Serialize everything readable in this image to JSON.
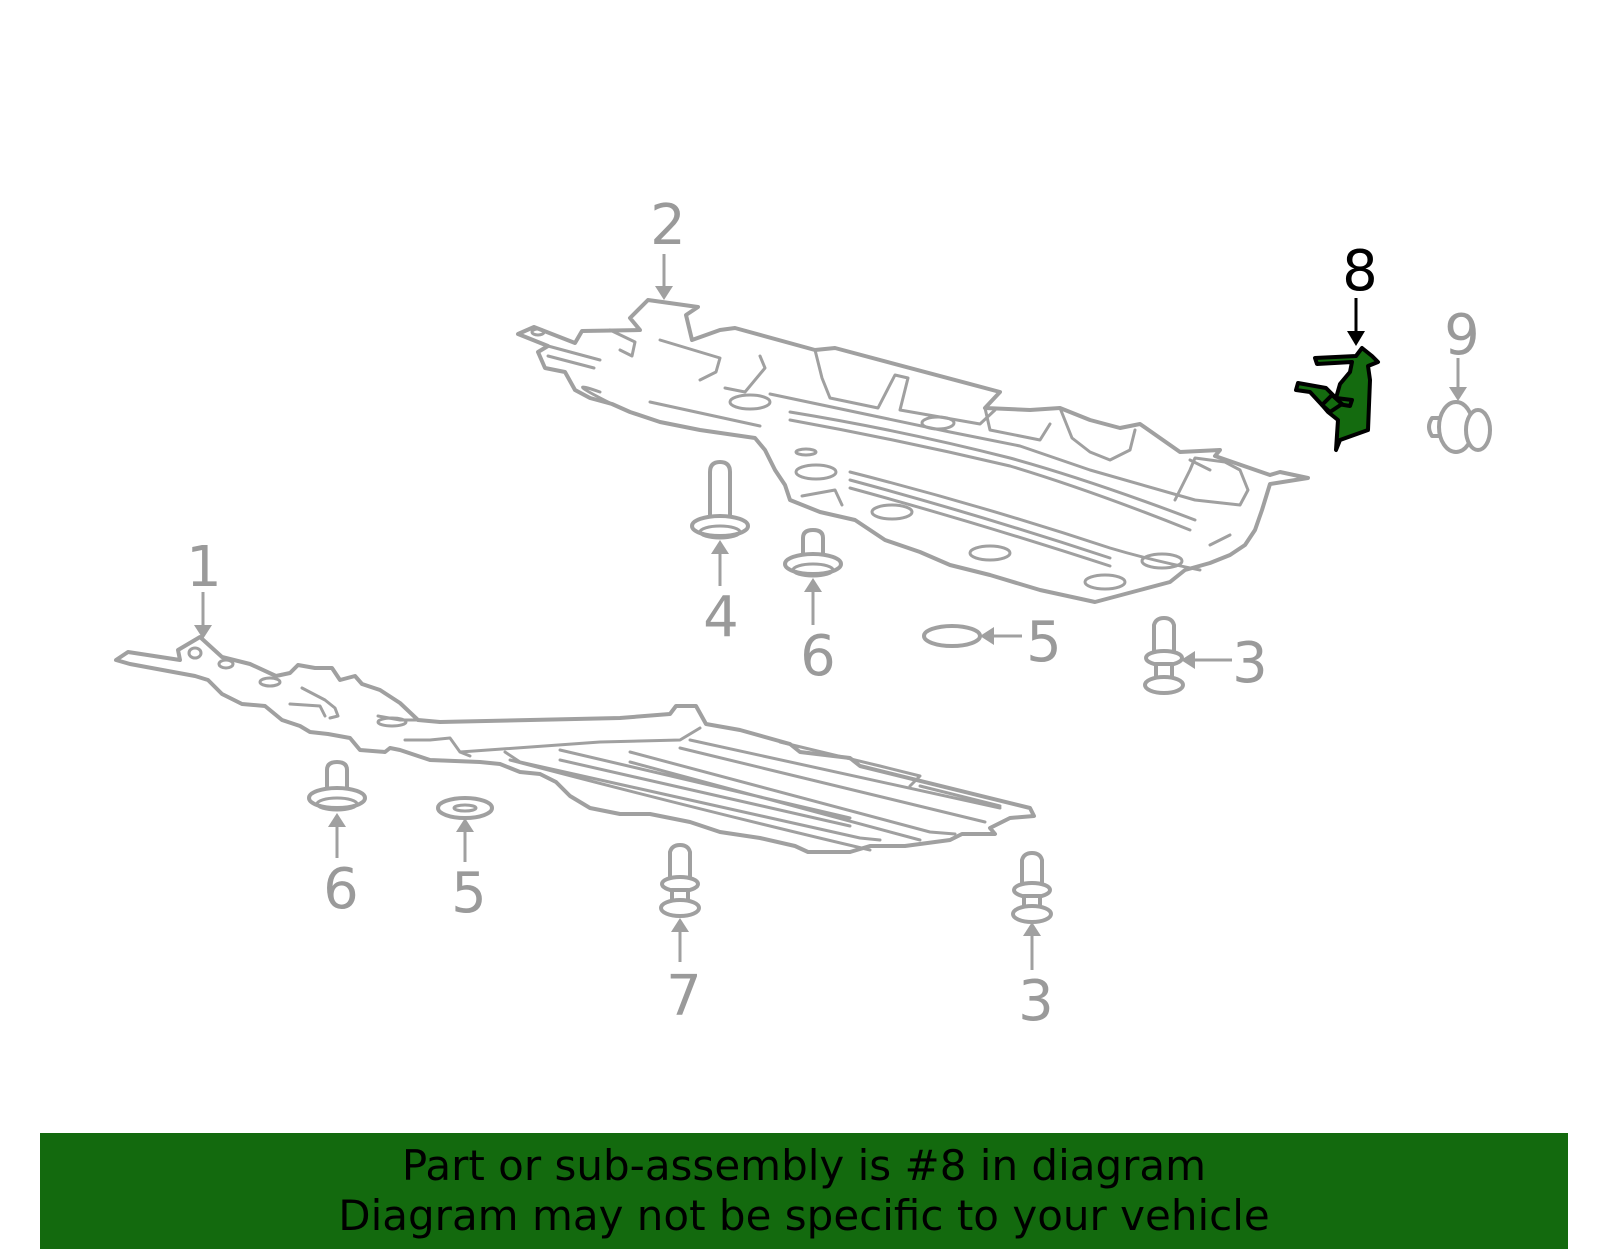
{
  "diagram": {
    "highlight_color": "#146b0f",
    "highlighted_callout": "8",
    "callouts": {
      "part_1": "1",
      "part_2": "2",
      "part_3_upper": "3",
      "part_3_lower": "3",
      "part_4": "4",
      "part_5_upper": "5",
      "part_5_lower": "5",
      "part_6_upper": "6",
      "part_6_lower": "6",
      "part_7": "7",
      "part_8": "8",
      "part_9": "9"
    }
  },
  "banner": {
    "background_color": "#136a0e",
    "line1": "Part or sub-assembly is #8 in diagram",
    "line2": "Diagram may not be specific to your vehicle"
  }
}
